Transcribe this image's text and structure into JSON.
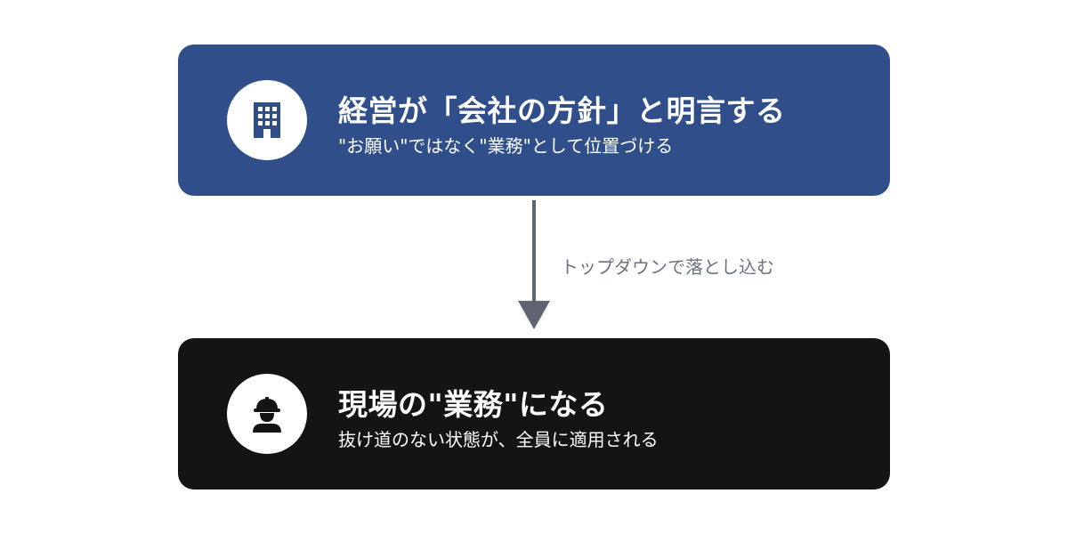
{
  "colors": {
    "top_card": "#2f4e8a",
    "bottom_card": "#141414",
    "arrow": "#5f6470",
    "label_gray": "#6b7280"
  },
  "top": {
    "icon": "building-icon",
    "title": "経営が「会社の方針」と明言する",
    "subtitle": "\"お願い\"ではなく\"業務\"として位置づける"
  },
  "connector": {
    "label": "トップダウンで落とし込む"
  },
  "bottom": {
    "icon": "worker-helmet-icon",
    "title": "現場の\"業務\"になる",
    "subtitle": "抜け道のない状態が、全員に適用される"
  }
}
